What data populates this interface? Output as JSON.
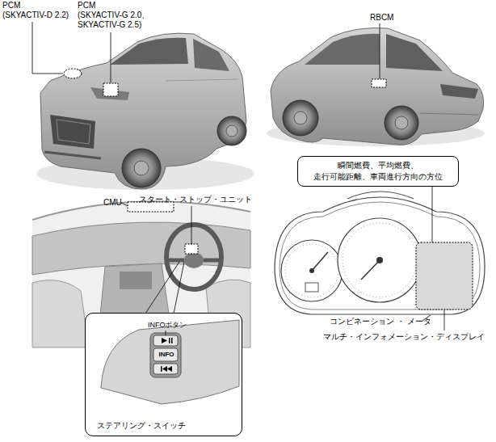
{
  "diagram": {
    "nodes": [
      {
        "text": [
          "瞬間燃費、平均燃費、 走行可能距離、車両進行方向の方位"
        ]
      },
      {
        "text": [
          "INFOボタン",
          "INFO",
          "ステアリング・スイッチ"
        ]
      }
    ],
    "labels": [
      "PCM (SKYACTIV-D 2.2)",
      "PCM (SKYACTIV-G 2.0、 SKYACTIV-G 2.5)",
      "RBCM",
      "CMU",
      "スタート・ストップ・ユニット",
      "コンビネーション ・ メータ",
      "マルチ・インフォメーション・ディスプレイ"
    ]
  }
}
